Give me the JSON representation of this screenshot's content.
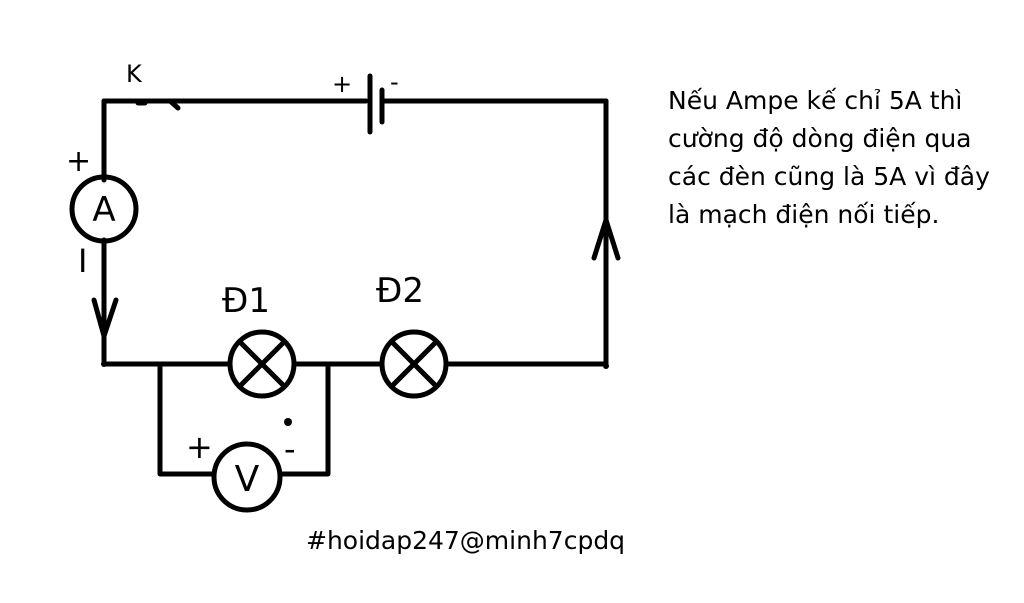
{
  "diagram": {
    "switch_label": "K",
    "battery_plus": "+",
    "battery_minus": "-",
    "ammeter_symbol": "A",
    "ammeter_plus": "+",
    "current_label": "I",
    "lamp1_label": "Đ1",
    "lamp2_label": "Đ2",
    "voltmeter_symbol": "V",
    "voltmeter_plus": "+",
    "voltmeter_minus": "-"
  },
  "explanation": {
    "lines": [
      "Nếu Ampe kế chỉ 5A thì",
      "cường độ dòng điện qua",
      "các đèn cũng là 5A vì đây",
      "là mạch điện nối tiếp."
    ]
  },
  "credit": "#hoidap247@minh7cpdq"
}
